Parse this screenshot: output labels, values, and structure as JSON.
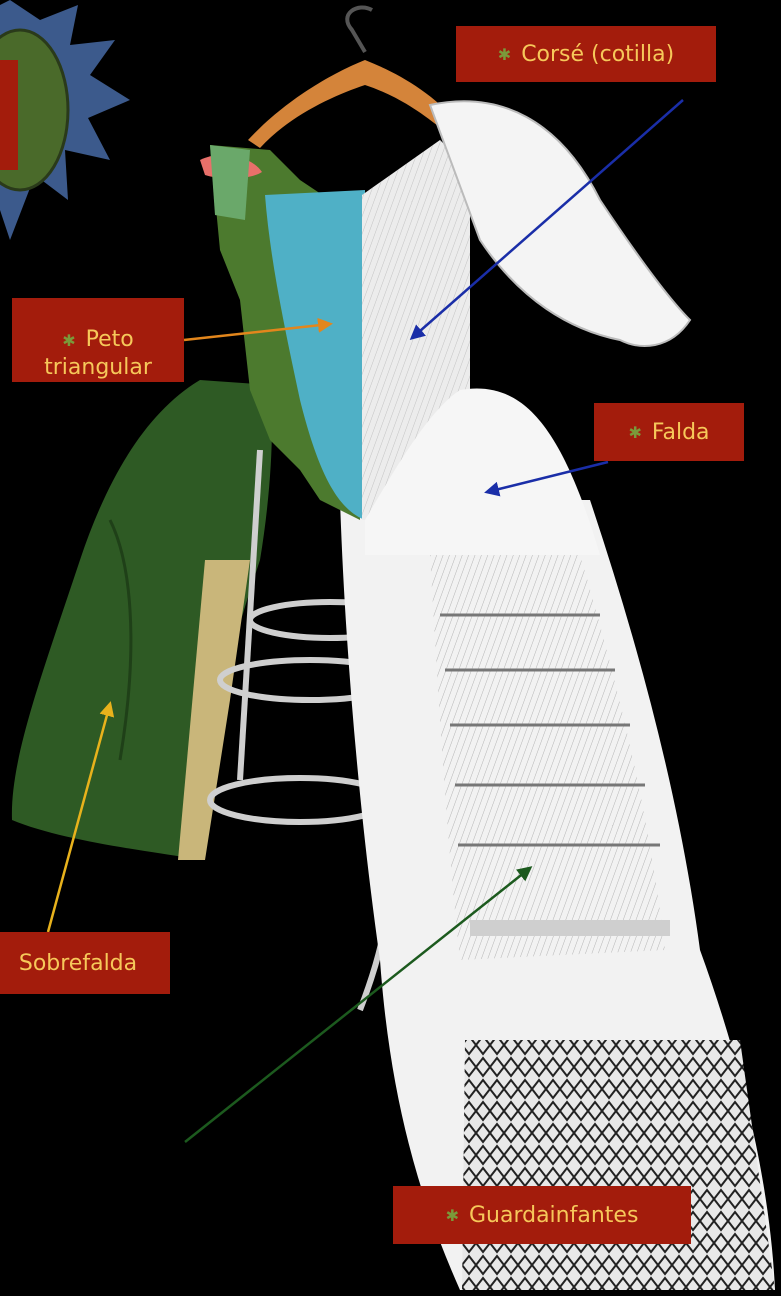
{
  "labels": {
    "corset": "Corsé (cotilla)",
    "peto": "Peto\ntriangular",
    "falda": "Falda",
    "sobrefalda": "Sobrefalda",
    "guardainfantes": "Guardainfantes"
  },
  "colors": {
    "background": "#000000",
    "label_bg": "#a31c0c",
    "label_text": "#f6c85a",
    "bullet": "#7a9a3a",
    "arrow_corset": "#1a2ea8",
    "arrow_peto": "#e2861c",
    "arrow_falda": "#1a2ea8",
    "arrow_sobrefalda": "#e8b21c",
    "arrow_guardainfantes": "#1c5a1e"
  },
  "icons": {
    "bullet": "asterisk-bullet-icon",
    "hanger": "hanger-icon",
    "sun": "spiky-sun-icon"
  }
}
